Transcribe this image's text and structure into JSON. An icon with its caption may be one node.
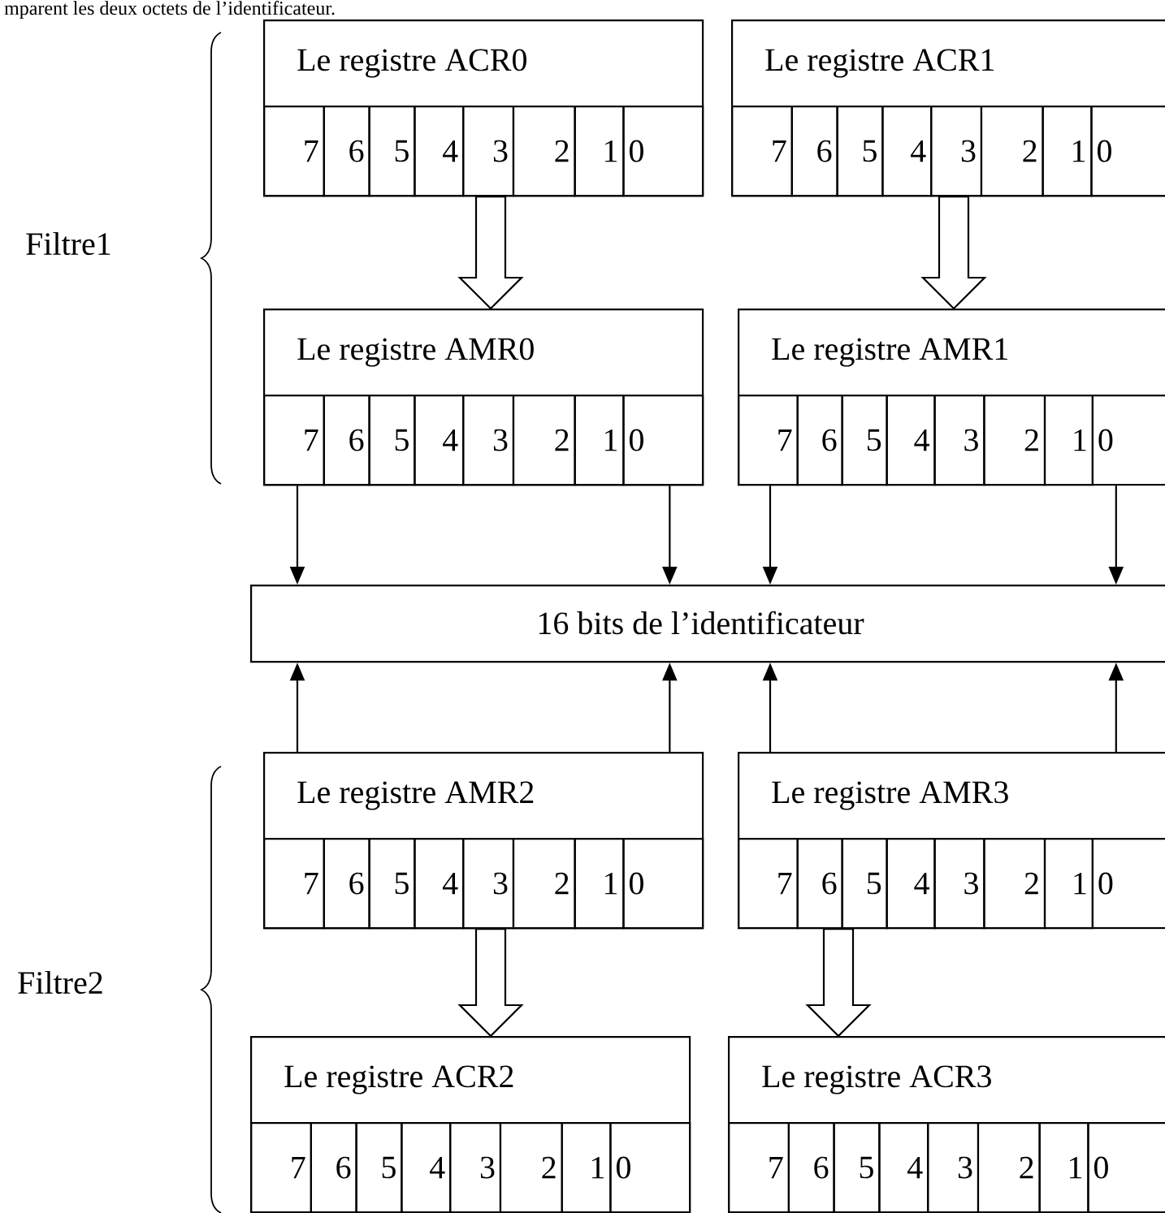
{
  "diagram": {
    "nodes": [
      {
        "text": [
          "Le registre ACR0"
        ]
      },
      {
        "text": [
          "7"
        ],
        "in": 0
      },
      {
        "text": [
          "6"
        ],
        "in": 0
      },
      {
        "text": [
          "5"
        ],
        "in": 0
      },
      {
        "text": [
          "4"
        ],
        "in": 0
      },
      {
        "text": [
          "3"
        ],
        "in": 0
      },
      {
        "text": [
          "2"
        ],
        "in": 0
      },
      {
        "text": [
          "1"
        ],
        "in": 0
      },
      {
        "text": [
          "0"
        ],
        "in": 0
      },
      {
        "text": [
          "Le registre ACR1"
        ]
      },
      {
        "text": [
          "7"
        ],
        "in": 9
      },
      {
        "text": [
          "6"
        ],
        "in": 9
      },
      {
        "text": [
          "5"
        ],
        "in": 9
      },
      {
        "text": [
          "4"
        ],
        "in": 9
      },
      {
        "text": [
          "3"
        ],
        "in": 9
      },
      {
        "text": [
          "2"
        ],
        "in": 9
      },
      {
        "text": [
          "1"
        ],
        "in": 9
      },
      {
        "text": [
          "0"
        ],
        "in": 9
      },
      {
        "text": [
          "Le registre AMR0"
        ]
      },
      {
        "text": [
          "7"
        ],
        "in": 18
      },
      {
        "text": [
          "6"
        ],
        "in": 18
      },
      {
        "text": [
          "5"
        ],
        "in": 18
      },
      {
        "text": [
          "4"
        ],
        "in": 18
      },
      {
        "text": [
          "3"
        ],
        "in": 18
      },
      {
        "text": [
          "2"
        ],
        "in": 18
      },
      {
        "text": [
          "1"
        ],
        "in": 18
      },
      {
        "text": [
          "0"
        ],
        "in": 18
      },
      {
        "text": [
          "Le registre AMR1"
        ]
      },
      {
        "text": [
          "7"
        ],
        "in": 27
      },
      {
        "text": [
          "6"
        ],
        "in": 27
      },
      {
        "text": [
          "5"
        ],
        "in": 27
      },
      {
        "text": [
          "4"
        ],
        "in": 27
      },
      {
        "text": [
          "3"
        ],
        "in": 27
      },
      {
        "text": [
          "2"
        ],
        "in": 27
      },
      {
        "text": [
          "1"
        ],
        "in": 27
      },
      {
        "text": [
          "0"
        ],
        "in": 27
      },
      {
        "text": [
          "16 bits de l’identificateur"
        ]
      },
      {
        "text": [
          "Le registre AMR2"
        ]
      },
      {
        "text": [
          "7"
        ],
        "in": 37
      },
      {
        "text": [
          "6"
        ],
        "in": 37
      },
      {
        "text": [
          "5"
        ],
        "in": 37
      },
      {
        "text": [
          "4"
        ],
        "in": 37
      },
      {
        "text": [
          "3"
        ],
        "in": 37
      },
      {
        "text": [
          "2"
        ],
        "in": 37
      },
      {
        "text": [
          "1"
        ],
        "in": 37
      },
      {
        "text": [
          "0"
        ],
        "in": 37
      },
      {
        "text": [
          "Le registre AMR3"
        ]
      },
      {
        "text": [
          "7"
        ],
        "in": 46
      },
      {
        "text": [
          "6"
        ],
        "in": 46
      },
      {
        "text": [
          "5"
        ],
        "in": 46
      },
      {
        "text": [
          "4"
        ],
        "in": 46
      },
      {
        "text": [
          "3"
        ],
        "in": 46
      },
      {
        "text": [
          "2"
        ],
        "in": 46
      },
      {
        "text": [
          "1"
        ],
        "in": 46
      },
      {
        "text": [
          "0"
        ],
        "in": 46
      },
      {
        "text": [
          "Le registre ACR2"
        ]
      },
      {
        "text": [
          "7"
        ],
        "in": 55
      },
      {
        "text": [
          "6"
        ],
        "in": 55
      },
      {
        "text": [
          "5"
        ],
        "in": 55
      },
      {
        "text": [
          "4"
        ],
        "in": 55
      },
      {
        "text": [
          "3"
        ],
        "in": 55
      },
      {
        "text": [
          "2"
        ],
        "in": 55
      },
      {
        "text": [
          "1"
        ],
        "in": 55
      },
      {
        "text": [
          "0"
        ],
        "in": 55
      },
      {
        "text": [
          "Le registre ACR3"
        ]
      },
      {
        "text": [
          "7"
        ],
        "in": 64
      },
      {
        "text": [
          "6"
        ],
        "in": 64
      },
      {
        "text": [
          "5"
        ],
        "in": 64
      },
      {
        "text": [
          "4"
        ],
        "in": 64
      },
      {
        "text": [
          "3"
        ],
        "in": 64
      },
      {
        "text": [
          "2"
        ],
        "in": 64
      },
      {
        "text": [
          "1"
        ],
        "in": 64
      },
      {
        "text": [
          "0"
        ],
        "in": 64
      }
    ],
    "edges": [
      {
        "from": 0,
        "to": 18,
        "arrow": "to",
        "style": "thick"
      },
      {
        "from": 9,
        "to": 27,
        "arrow": "to",
        "style": "thick"
      },
      {
        "from": 19,
        "to": 36,
        "arrow": "to"
      },
      {
        "from": 26,
        "to": 36,
        "arrow": "to"
      },
      {
        "from": 28,
        "to": 36,
        "arrow": "to"
      },
      {
        "from": 35,
        "to": 36,
        "arrow": "to"
      },
      {
        "from": 38,
        "to": 36,
        "arrow": "to"
      },
      {
        "from": 45,
        "to": 36,
        "arrow": "to"
      },
      {
        "from": 47,
        "to": 36,
        "arrow": "to"
      },
      {
        "from": 54,
        "to": 36,
        "arrow": "to"
      },
      {
        "from": 37,
        "to": 55,
        "arrow": "to",
        "style": "thick"
      },
      {
        "from": 46,
        "to": 64,
        "arrow": "to",
        "style": "thick"
      }
    ],
    "labels": [
      "mparent les deux octets de l’identificateur.",
      "Filtre1",
      "Filtre2"
    ]
  }
}
